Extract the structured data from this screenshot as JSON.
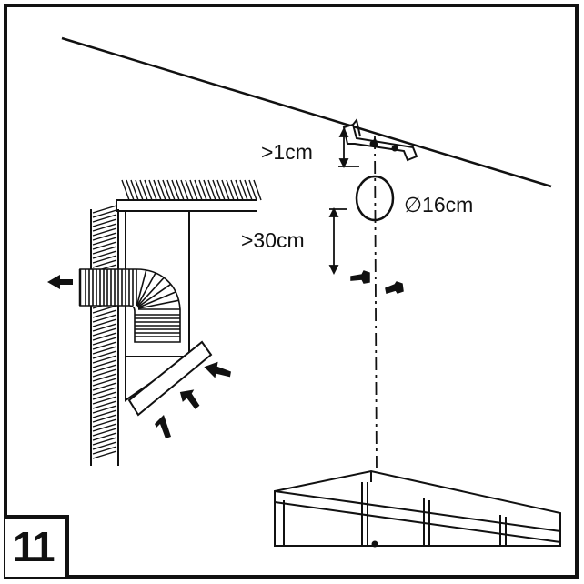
{
  "step_number": "11",
  "labels": {
    "ceiling_gap": ">1cm",
    "duct_diameter": "∅16cm",
    "bracket_distance": ">30cm"
  },
  "colors": {
    "line": "#111111",
    "background": "#ffffff"
  }
}
